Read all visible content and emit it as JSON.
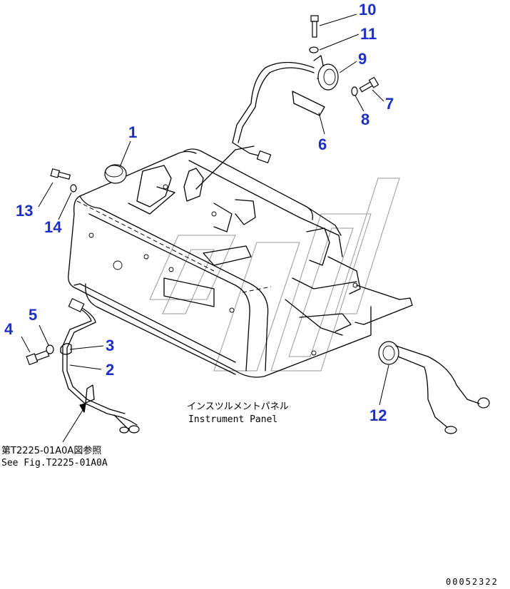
{
  "callouts": {
    "c1": "1",
    "c2": "2",
    "c3": "3",
    "c4": "4",
    "c5": "5",
    "c6": "6",
    "c7": "7",
    "c8": "8",
    "c9": "9",
    "c10": "10",
    "c11": "11",
    "c12": "12",
    "c13": "13",
    "c14": "14"
  },
  "panel_label": {
    "japanese": "インスツルメントパネル",
    "english": "Instrument Panel"
  },
  "reference": {
    "japanese": "第T2225-01A0A図参照",
    "english": "See Fig.T2225-01A0A"
  },
  "drawing_code": "00052322",
  "colors": {
    "callout": "#1a2fc9",
    "line": "#000000"
  }
}
